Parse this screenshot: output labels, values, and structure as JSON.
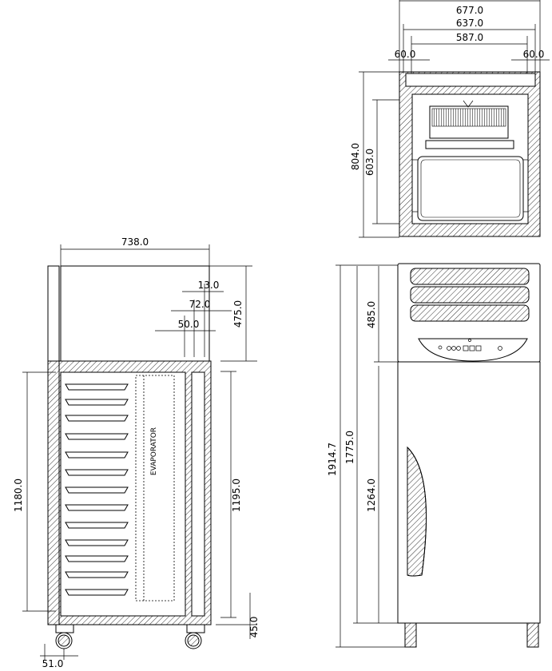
{
  "top_view": {
    "dims": {
      "overall_width": "677.0",
      "mid_width": "637.0",
      "inner_width": "587.0",
      "left_offset": "60.0",
      "right_offset": "60.0",
      "overall_depth": "804.0",
      "inner_depth": "603.0"
    }
  },
  "side_view": {
    "dims": {
      "top_width": "738.0",
      "d13": "13.0",
      "d72": "72.0",
      "d50": "50.0",
      "unit_height": "475.0",
      "interior_height": "1180.0",
      "rack_height": "1195.0",
      "bottom_gap": "45.0",
      "caster_offset": "51.0"
    },
    "evaporator_label": "EVAPORATOR"
  },
  "front_view": {
    "dims": {
      "total_height": "1914.7",
      "body_height": "1775.0",
      "unit_height": "485.0",
      "door_height": "1264.0"
    }
  }
}
